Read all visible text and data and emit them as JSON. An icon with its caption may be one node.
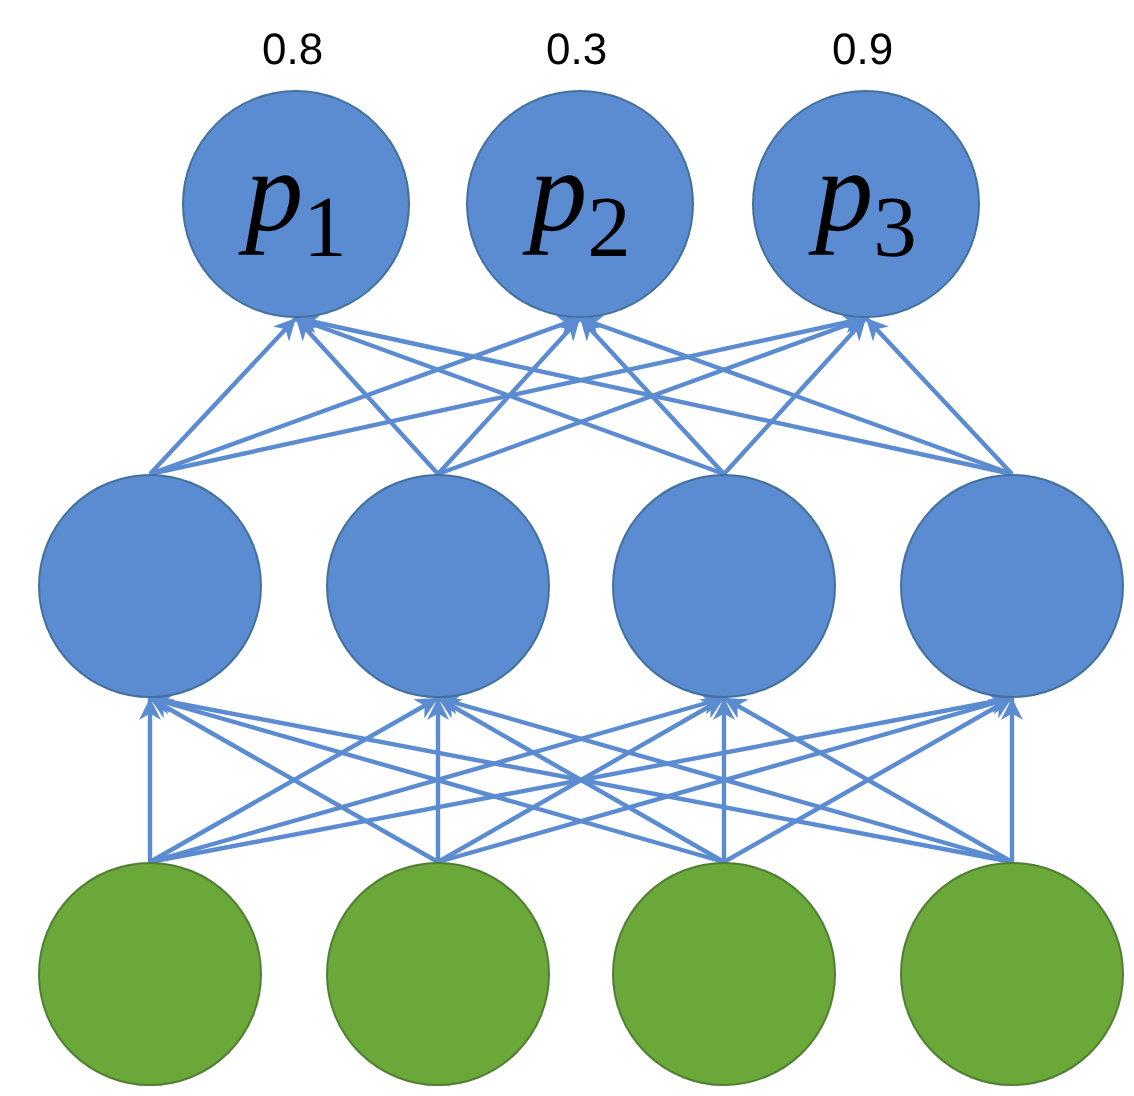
{
  "diagram": {
    "nodes": [
      {
        "text": [
          "*p*$_{1}$"
        ],
        "beside": [
          "0.8"
        ]
      },
      {
        "text": [
          "*p*$_{2}$"
        ],
        "beside": [
          "0.3"
        ]
      },
      {
        "text": [
          "*p*$_{3}$"
        ],
        "beside": [
          "0.9"
        ]
      },
      {
        "text": [],
        "shape": "circle"
      },
      {
        "text": [],
        "shape": "circle"
      },
      {
        "text": [],
        "shape": "circle"
      },
      {
        "text": [],
        "shape": "circle"
      },
      {
        "text": [],
        "shape": "circle"
      },
      {
        "text": [],
        "shape": "circle"
      },
      {
        "text": [],
        "shape": "circle"
      },
      {
        "text": [],
        "shape": "circle"
      }
    ],
    "edges": [
      {
        "from": 3,
        "to": 0,
        "arrow": "to"
      },
      {
        "from": 3,
        "to": 1,
        "arrow": "to"
      },
      {
        "from": 3,
        "to": 2,
        "arrow": "to"
      },
      {
        "from": 4,
        "to": 0,
        "arrow": "to"
      },
      {
        "from": 4,
        "to": 1,
        "arrow": "to"
      },
      {
        "from": 4,
        "to": 2,
        "arrow": "to"
      },
      {
        "from": 5,
        "to": 0,
        "arrow": "to"
      },
      {
        "from": 5,
        "to": 1,
        "arrow": "to"
      },
      {
        "from": 5,
        "to": 2,
        "arrow": "to"
      },
      {
        "from": 6,
        "to": 0,
        "arrow": "to"
      },
      {
        "from": 6,
        "to": 1,
        "arrow": "to"
      },
      {
        "from": 6,
        "to": 2,
        "arrow": "to"
      },
      {
        "from": 7,
        "to": 3,
        "arrow": "to"
      },
      {
        "from": 7,
        "to": 4,
        "arrow": "to"
      },
      {
        "from": 7,
        "to": 5,
        "arrow": "to"
      },
      {
        "from": 7,
        "to": 6,
        "arrow": "to"
      },
      {
        "from": 8,
        "to": 3,
        "arrow": "to"
      },
      {
        "from": 8,
        "to": 4,
        "arrow": "to"
      },
      {
        "from": 8,
        "to": 5,
        "arrow": "to"
      },
      {
        "from": 8,
        "to": 6,
        "arrow": "to"
      },
      {
        "from": 9,
        "to": 3,
        "arrow": "to"
      },
      {
        "from": 9,
        "to": 4,
        "arrow": "to"
      },
      {
        "from": 9,
        "to": 5,
        "arrow": "to"
      },
      {
        "from": 9,
        "to": 6,
        "arrow": "to"
      },
      {
        "from": 10,
        "to": 3,
        "arrow": "to"
      },
      {
        "from": 10,
        "to": 4,
        "arrow": "to"
      },
      {
        "from": 10,
        "to": 5,
        "arrow": "to"
      },
      {
        "from": 10,
        "to": 6,
        "arrow": "to"
      }
    ]
  }
}
